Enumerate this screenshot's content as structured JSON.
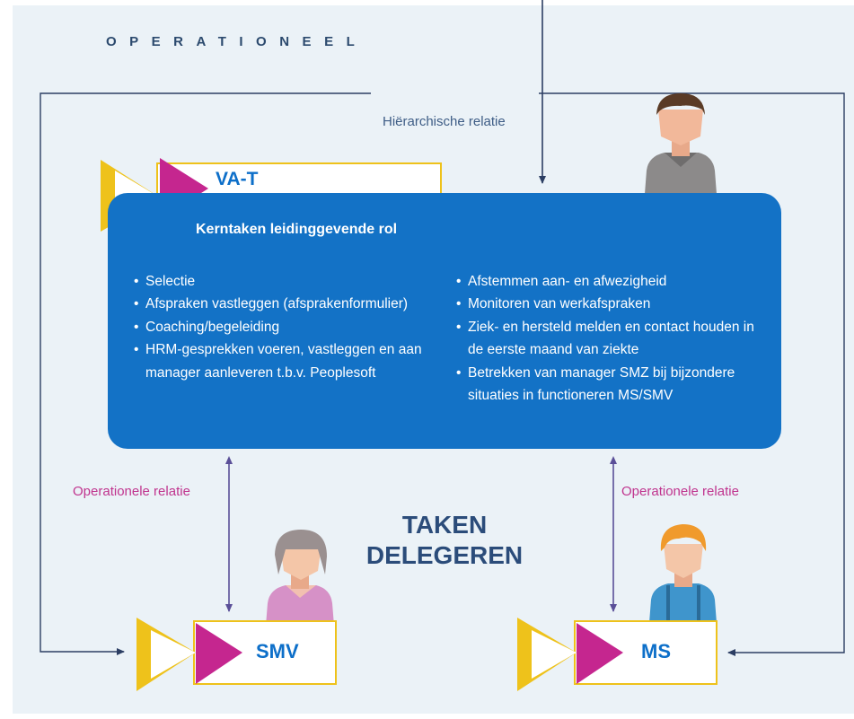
{
  "header": {
    "title": "OPERATIONEEL"
  },
  "relations": {
    "hierarchical": "Hiërarchische relatie",
    "operational_left": "Operationele relatie",
    "operational_right": "Operationele relatie"
  },
  "roles": {
    "top": "VA-T",
    "bottom_left": "SMV",
    "bottom_right": "MS"
  },
  "panel": {
    "heading": "Kerntaken leidinggevende rol",
    "left_tasks": [
      "Selectie",
      "Afspraken vastleggen (afsprakenformulier)",
      "Coaching/begeleiding",
      "HRM-gesprekken voeren, vastleggen en aan manager aanleveren t.b.v. Peoplesoft"
    ],
    "right_tasks": [
      "Afstemmen aan- en afwezigheid",
      "Monitoren van werkafspraken",
      "Ziek- en hersteld melden en contact houden in de eerste maand van ziekte",
      "Betrekken van manager SMZ bij bijzondere situaties in functioneren MS/SMV"
    ]
  },
  "center_label": "TAKEN DELEGEREN",
  "colors": {
    "panel_blue": "#1372c6",
    "badge_gold": "#eec21b",
    "badge_magenta": "#c5268f",
    "operational_pink": "#c0348e",
    "label_navy": "#2b4c7a"
  },
  "icons": {
    "badges": "chevron-triangle-badge",
    "people": "person-icon"
  }
}
